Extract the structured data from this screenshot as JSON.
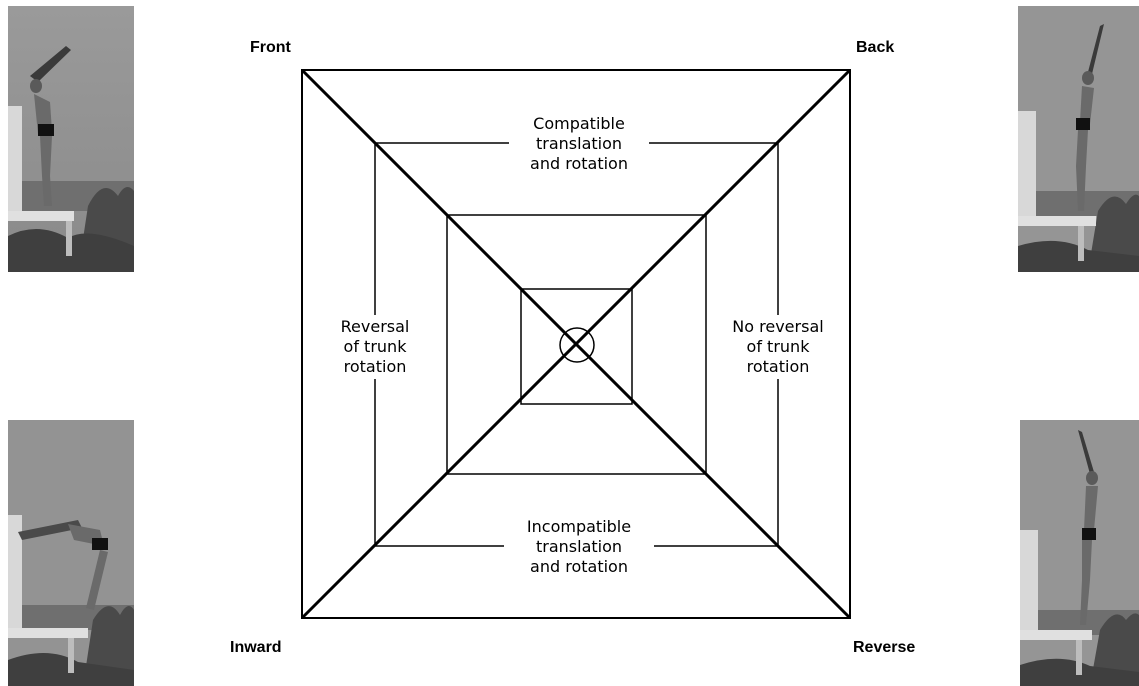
{
  "corners": {
    "top_left": "Front",
    "top_right": "Back",
    "bottom_left": "Inward",
    "bottom_right": "Reverse"
  },
  "labels": {
    "top": "Compatible\ntranslation\nand rotation",
    "bottom": "Incompatible\ntranslation\nand rotation",
    "left": "Reversal\nof trunk\nrotation",
    "right": "No reversal\nof trunk\nrotation"
  },
  "photos": {
    "description_icon": "diver-photo-icon"
  }
}
